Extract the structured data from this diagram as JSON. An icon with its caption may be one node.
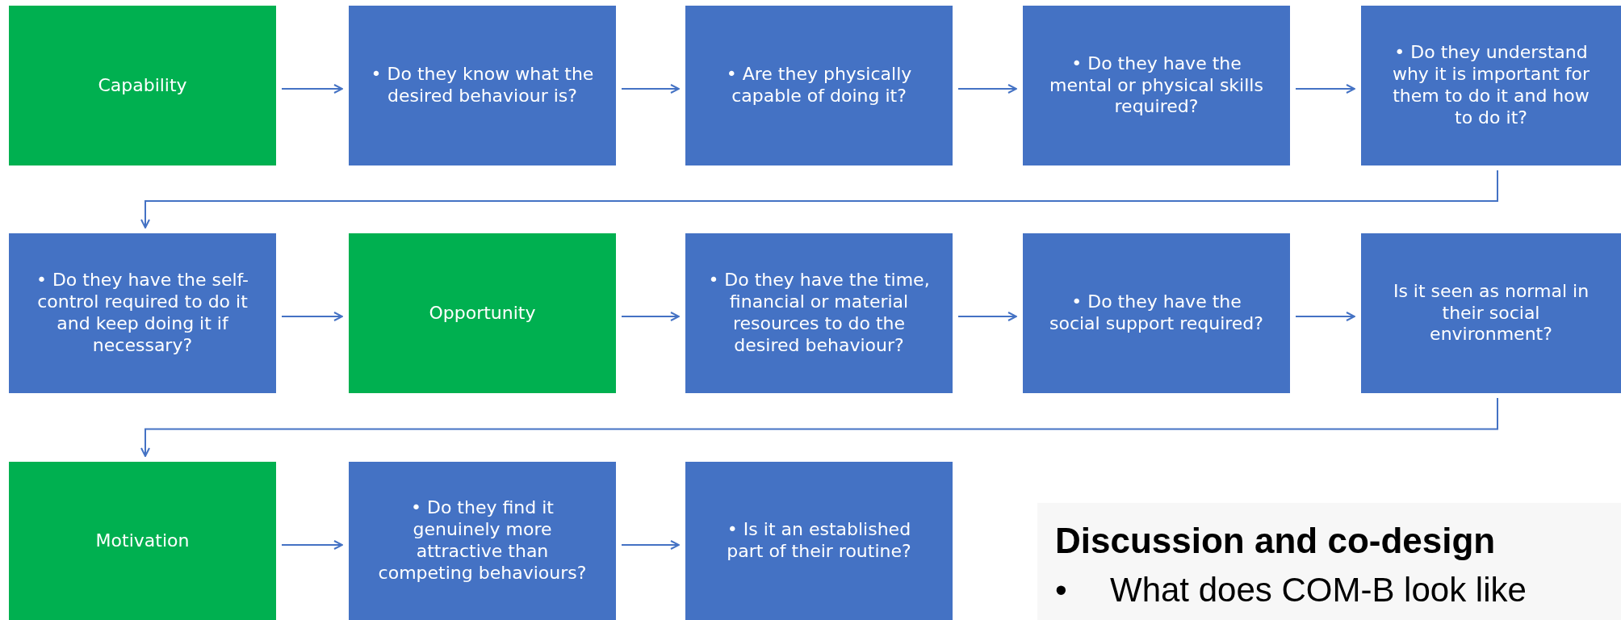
{
  "diagram": {
    "nodes": [
      {
        "text": [
          "Capability"
        ]
      },
      {
        "text": [
          "• Do they know what the desired behaviour is?"
        ]
      },
      {
        "text": [
          "• Are they physically capable of doing it?"
        ]
      },
      {
        "text": [
          "• Do they have the mental or physical skills required?"
        ]
      },
      {
        "text": [
          "• Do they understand why it is important for them to do it and how to do it?"
        ]
      },
      {
        "text": [
          "• Do they have the self-control required to do it and keep doing it if necessary?"
        ]
      },
      {
        "text": [
          "Opportunity"
        ]
      },
      {
        "text": [
          "• Do they have the time, financial or material resources to do the desired behaviour?"
        ]
      },
      {
        "text": [
          "• Do they have the social support required?"
        ]
      },
      {
        "text": [
          "Is it seen as normal in their social environment?"
        ]
      },
      {
        "text": [
          "Motivation"
        ]
      },
      {
        "text": [
          "• Do they find it genuinely more attractive than competing behaviours?"
        ]
      },
      {
        "text": [
          "• Is it an established part of their routine?"
        ]
      },
      {
        "text": [
          "Discussion and co-design",
          "•",
          "What does COM-B look like"
        ]
      }
    ],
    "edges": [
      {
        "from": 0,
        "to": 1,
        "arrow": "to"
      },
      {
        "from": 1,
        "to": 2,
        "arrow": "to"
      },
      {
        "from": 2,
        "to": 3,
        "arrow": "to"
      },
      {
        "from": 3,
        "to": 4,
        "arrow": "to"
      },
      {
        "from": 4,
        "to": 5,
        "arrow": "to"
      },
      {
        "from": 5,
        "to": 6,
        "arrow": "to"
      },
      {
        "from": 6,
        "to": 7,
        "arrow": "to"
      },
      {
        "from": 7,
        "to": 8,
        "arrow": "to"
      },
      {
        "from": 8,
        "to": 9,
        "arrow": "to"
      },
      {
        "from": 9,
        "to": 10,
        "arrow": "to"
      },
      {
        "from": 10,
        "to": 11,
        "arrow": "to"
      },
      {
        "from": 11,
        "to": 12,
        "arrow": "to"
      }
    ]
  }
}
